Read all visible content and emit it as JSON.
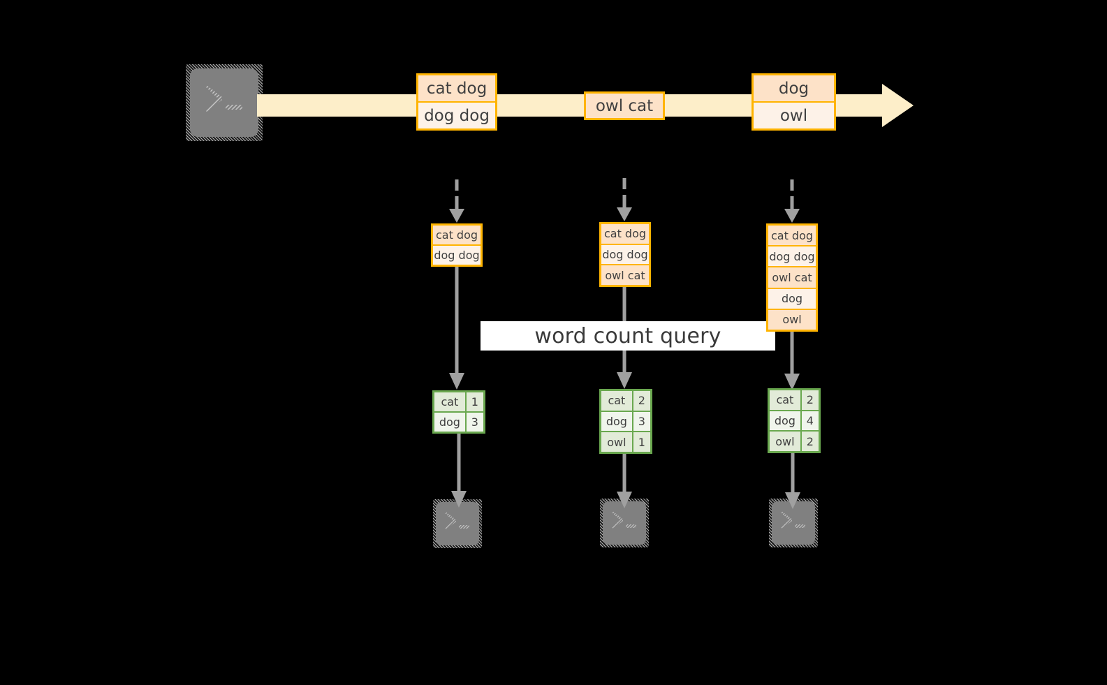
{
  "diagram": {
    "title": "word count query",
    "colors": {
      "stream_fill": "#fdeec9",
      "record_border": "#ffb400",
      "record_fill_dark": "#fde2c8",
      "record_fill_light": "#fdf2e8",
      "result_border": "#6aa84f",
      "result_fill_dark": "#e2ebd8",
      "result_fill_light": "#f0f5ec",
      "icon_fill": "#808080",
      "connector": "#a0a0a0",
      "background": "#000000",
      "caption_band": "#ffffff"
    },
    "source": {
      "icon": "terminal-icon",
      "name": "stream-producer-console"
    },
    "stream": {
      "name": "event-stream-arrow",
      "direction": "left-to-right",
      "events": [
        {
          "id": "event-1",
          "lines": [
            {
              "text": "cat dog",
              "shade": "dark"
            },
            {
              "text": "dog dog",
              "shade": "light"
            }
          ]
        },
        {
          "id": "event-2",
          "lines": [
            {
              "text": "owl cat",
              "shade": "dark"
            }
          ]
        },
        {
          "id": "event-3",
          "lines": [
            {
              "text": "dog",
              "shade": "dark"
            },
            {
              "text": "owl",
              "shade": "light"
            }
          ]
        }
      ]
    },
    "snapshots": [
      {
        "id": "snapshot-1",
        "lines": [
          {
            "text": "cat dog",
            "shade": "dark"
          },
          {
            "text": "dog dog",
            "shade": "light"
          }
        ],
        "result": {
          "rows": [
            {
              "key": "cat",
              "value": "1",
              "shade": "dark"
            },
            {
              "key": "dog",
              "value": "3",
              "shade": "light"
            }
          ]
        },
        "sink": {
          "icon": "terminal-icon",
          "name": "query-result-console-1"
        }
      },
      {
        "id": "snapshot-2",
        "lines": [
          {
            "text": "cat dog",
            "shade": "dark"
          },
          {
            "text": "dog dog",
            "shade": "light"
          },
          {
            "text": "owl cat",
            "shade": "dark"
          }
        ],
        "result": {
          "rows": [
            {
              "key": "cat",
              "value": "2",
              "shade": "dark"
            },
            {
              "key": "dog",
              "value": "3",
              "shade": "light"
            },
            {
              "key": "owl",
              "value": "1",
              "shade": "dark"
            }
          ]
        },
        "sink": {
          "icon": "terminal-icon",
          "name": "query-result-console-2"
        }
      },
      {
        "id": "snapshot-3",
        "lines": [
          {
            "text": "cat dog",
            "shade": "dark"
          },
          {
            "text": "dog dog",
            "shade": "light"
          },
          {
            "text": "owl cat",
            "shade": "dark"
          },
          {
            "text": "dog",
            "shade": "light"
          },
          {
            "text": "owl",
            "shade": "dark"
          }
        ],
        "result": {
          "rows": [
            {
              "key": "cat",
              "value": "2",
              "shade": "dark"
            },
            {
              "key": "dog",
              "value": "4",
              "shade": "light"
            },
            {
              "key": "owl",
              "value": "2",
              "shade": "dark"
            }
          ]
        },
        "sink": {
          "icon": "terminal-icon",
          "name": "query-result-console-3"
        }
      }
    ]
  }
}
